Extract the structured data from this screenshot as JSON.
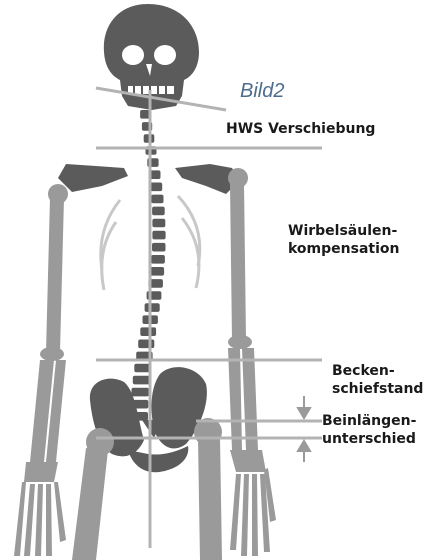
{
  "caption": "Bild2",
  "labels": {
    "hws": "HWS Verschiebung",
    "wirbel_1": "Wirbelsäulen-",
    "wirbel_2": "kompensation",
    "becken_1": "Becken-",
    "becken_2": "schiefstand",
    "bein_1": "Beinlängen-",
    "bein_2": "unterschied"
  },
  "colors": {
    "bone_dark": "#5b5b5b",
    "bone_light": "#9a9a9a",
    "reference_line": "#b3b3b3",
    "caption": "#4e6d8c",
    "text": "#1a1a1a"
  }
}
